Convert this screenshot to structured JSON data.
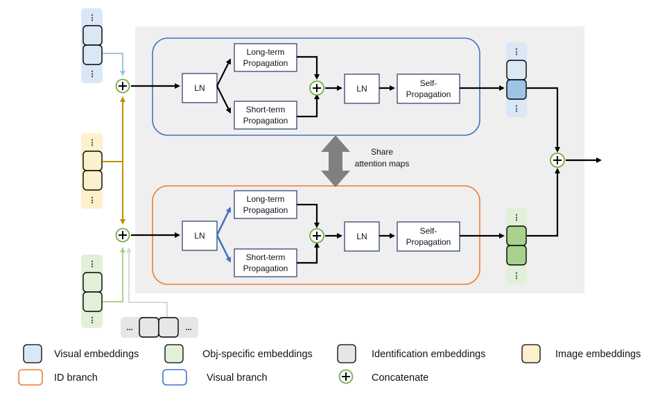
{
  "blocks": {
    "ln": "LN",
    "long_term": [
      "Long-term",
      "Propagation"
    ],
    "short_term": [
      "Short-term",
      "Propagation"
    ],
    "self_prop": [
      "Self-",
      "Propagation"
    ]
  },
  "share": [
    "Share",
    "attention maps"
  ],
  "ellipsis": "⋮",
  "hellipsis": "...",
  "legend": {
    "visual_embeddings": "Visual embeddings",
    "obj_embeddings": "Obj-specific embeddings",
    "identification_embeddings": "Identification embeddings",
    "image_embeddings": "Image embeddings",
    "id_branch": "ID branch",
    "visual_branch": "Visual branch",
    "concatenate": "Concatenate"
  },
  "colors": {
    "visual": "#dae8f5",
    "obj": "#e2f0d9",
    "identification": "#e6e6e6",
    "image": "#fdf0cc",
    "id_branch": "#ed7d31",
    "visual_branch": "#4472c4",
    "concat": "#70ad47",
    "gold": "#bf9000"
  }
}
